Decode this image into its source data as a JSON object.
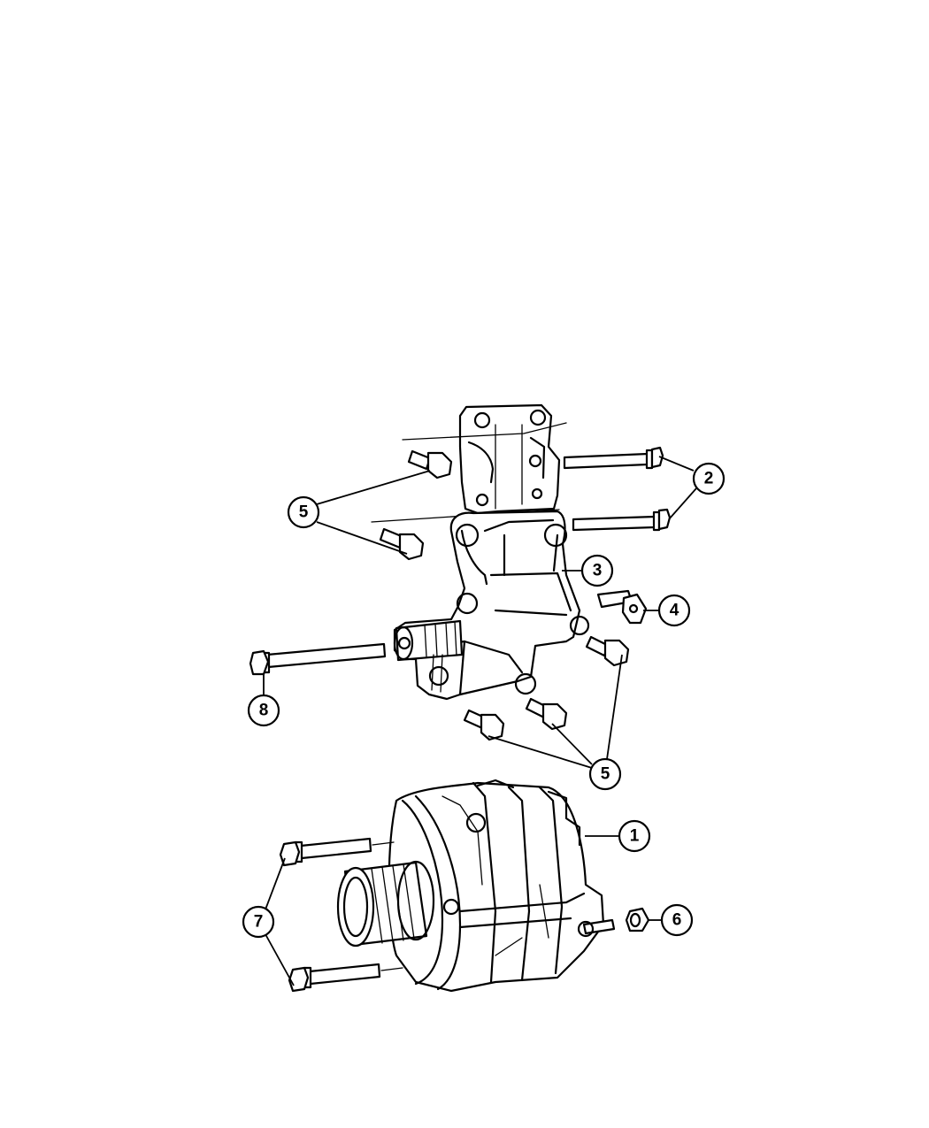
{
  "callouts": {
    "c1": "1",
    "c2": "2",
    "c3": "3",
    "c4": "4",
    "c5_upper": "5",
    "c5_lower": "5",
    "c6": "6",
    "c7": "7",
    "c8": "8"
  }
}
